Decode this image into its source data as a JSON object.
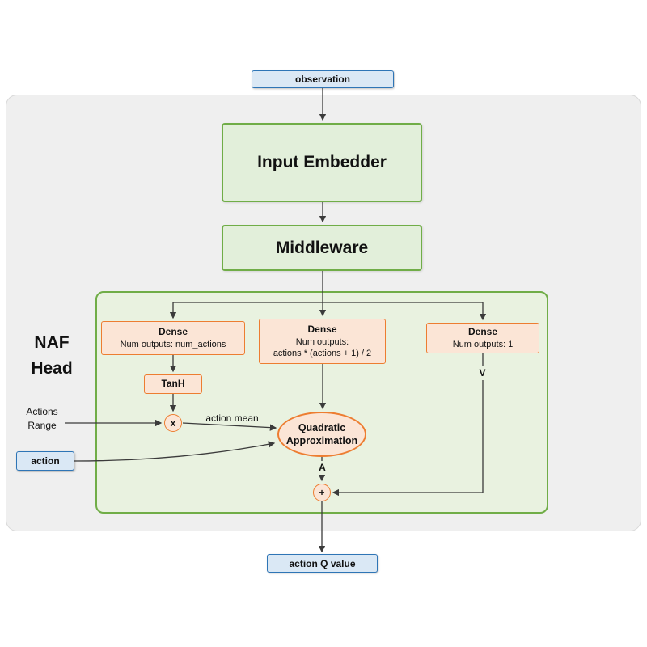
{
  "diagram": {
    "title": "NAF head network architecture",
    "nodes": {
      "observation": {
        "label": "observation"
      },
      "input_embedder": {
        "label": "Input Embedder"
      },
      "middleware": {
        "label": "Middleware"
      },
      "naf_head": {
        "line1": "NAF",
        "line2": "Head"
      },
      "dense_mu": {
        "title": "Dense",
        "subtitle": "Num outputs: num_actions"
      },
      "dense_l": {
        "title": "Dense",
        "subtitle_line1": "Num outputs:",
        "subtitle_line2": "actions * (actions + 1) / 2"
      },
      "dense_v": {
        "title": "Dense",
        "subtitle": "Num outputs: 1"
      },
      "tanh": {
        "label": "TanH"
      },
      "multiply": {
        "label": "x"
      },
      "actions_range": {
        "line1": "Actions",
        "line2": "Range"
      },
      "action": {
        "label": "action"
      },
      "quadratic": {
        "line1": "Quadratic",
        "line2": "Approximation"
      },
      "plus": {
        "label": "+"
      },
      "output": {
        "label": "action Q value"
      }
    },
    "edge_labels": {
      "action_mean": "action mean",
      "advantage": "A",
      "value": "V"
    },
    "colors": {
      "blue_border": "#2e75b6",
      "blue_fill": "#dae8f5",
      "green_border": "#70ad47",
      "green_fill": "#e2efda",
      "naf_container_fill": "#e9f2e0",
      "orange_border": "#ed7d31",
      "orange_fill": "#fbe5d6",
      "gray_container_fill": "#efefef",
      "arrow": "#3b3b3b"
    }
  }
}
